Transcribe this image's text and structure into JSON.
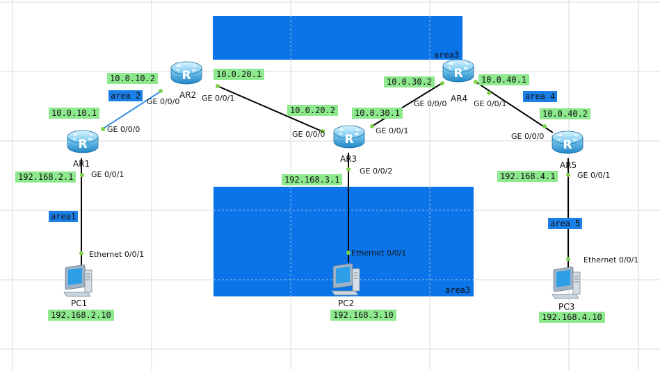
{
  "areas": {
    "top_block": "",
    "area3_top": "area3",
    "area3_bottom": "area3",
    "area1": "area1",
    "area2": "area 2",
    "area4": "area 4",
    "area5": "area 5"
  },
  "devices": {
    "ar1": "AR1",
    "ar2": "AR2",
    "ar3": "AR3",
    "ar4": "AR4",
    "ar5": "AR5",
    "pc1": "PC1",
    "pc2": "PC2",
    "pc3": "PC3"
  },
  "ips": {
    "ar1_ge000": "10.0.10.1",
    "ar1_ge001": "192.168.2.1",
    "ar2_ge000": "10.0.10.2",
    "ar2_ge001": "10.0.20.1",
    "ar3_ge000": "10.0.20.2",
    "ar3_ge001": "10.0.30.1",
    "ar3_ge002": "192.168.3.1",
    "ar4_ge000": "10.0.30.2",
    "ar4_ge001": "10.0.40.1",
    "ar5_ge000": "10.0.40.2",
    "ar5_ge001": "192.168.4.1",
    "pc1": "192.168.2.10",
    "pc2": "192.168.3.10",
    "pc3": "192.168.4.10"
  },
  "ports": {
    "ar1_ge000": "GE 0/0/0",
    "ar1_ge001": "GE 0/0/1",
    "ar2_ge000": "GE 0/0/0",
    "ar2_ge001": "GE 0/0/1",
    "ar3_ge000": "GE 0/0/0",
    "ar3_ge001": "GE 0/0/1",
    "ar3_ge002": "GE 0/0/2",
    "ar4_ge000": "GE 0/0/0",
    "ar4_ge001": "GE 0/0/1",
    "ar5_ge000": "GE 0/0/0",
    "ar5_ge001": "GE 0/0/1",
    "pc1_eth": "Ethernet 0/0/1",
    "pc2_eth": "Ethernet 0/0/1",
    "pc3_eth": "Ethernet 0/0/1"
  },
  "colors": {
    "area_block": "#0a74e8",
    "ip_label_bg": "#8ee88e",
    "link": "#000000",
    "link_area2": "#3a8fe0",
    "grid": "#d9d9d9",
    "router": "#3aa8e0"
  },
  "icons": {
    "router": "router-icon",
    "pc": "pc-icon"
  }
}
